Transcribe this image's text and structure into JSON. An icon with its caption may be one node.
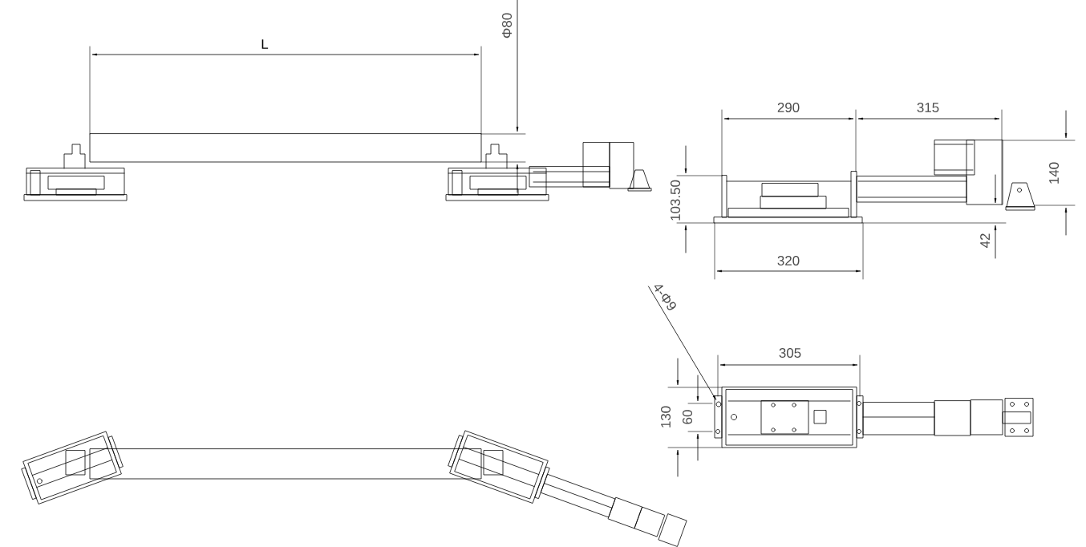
{
  "diagram": {
    "nodes": [
      {
        "text": [
          "4-Φ9"
        ]
      },
      {
        "text": [],
        "shape": "circle"
      }
    ],
    "edges": [
      {
        "from": 0,
        "to": 1,
        "arrow": "to"
      }
    ],
    "labels": [
      "L",
      "Φ80",
      "290",
      "315",
      "103.50",
      "140",
      "320",
      "42",
      "305",
      "130",
      "60"
    ]
  }
}
